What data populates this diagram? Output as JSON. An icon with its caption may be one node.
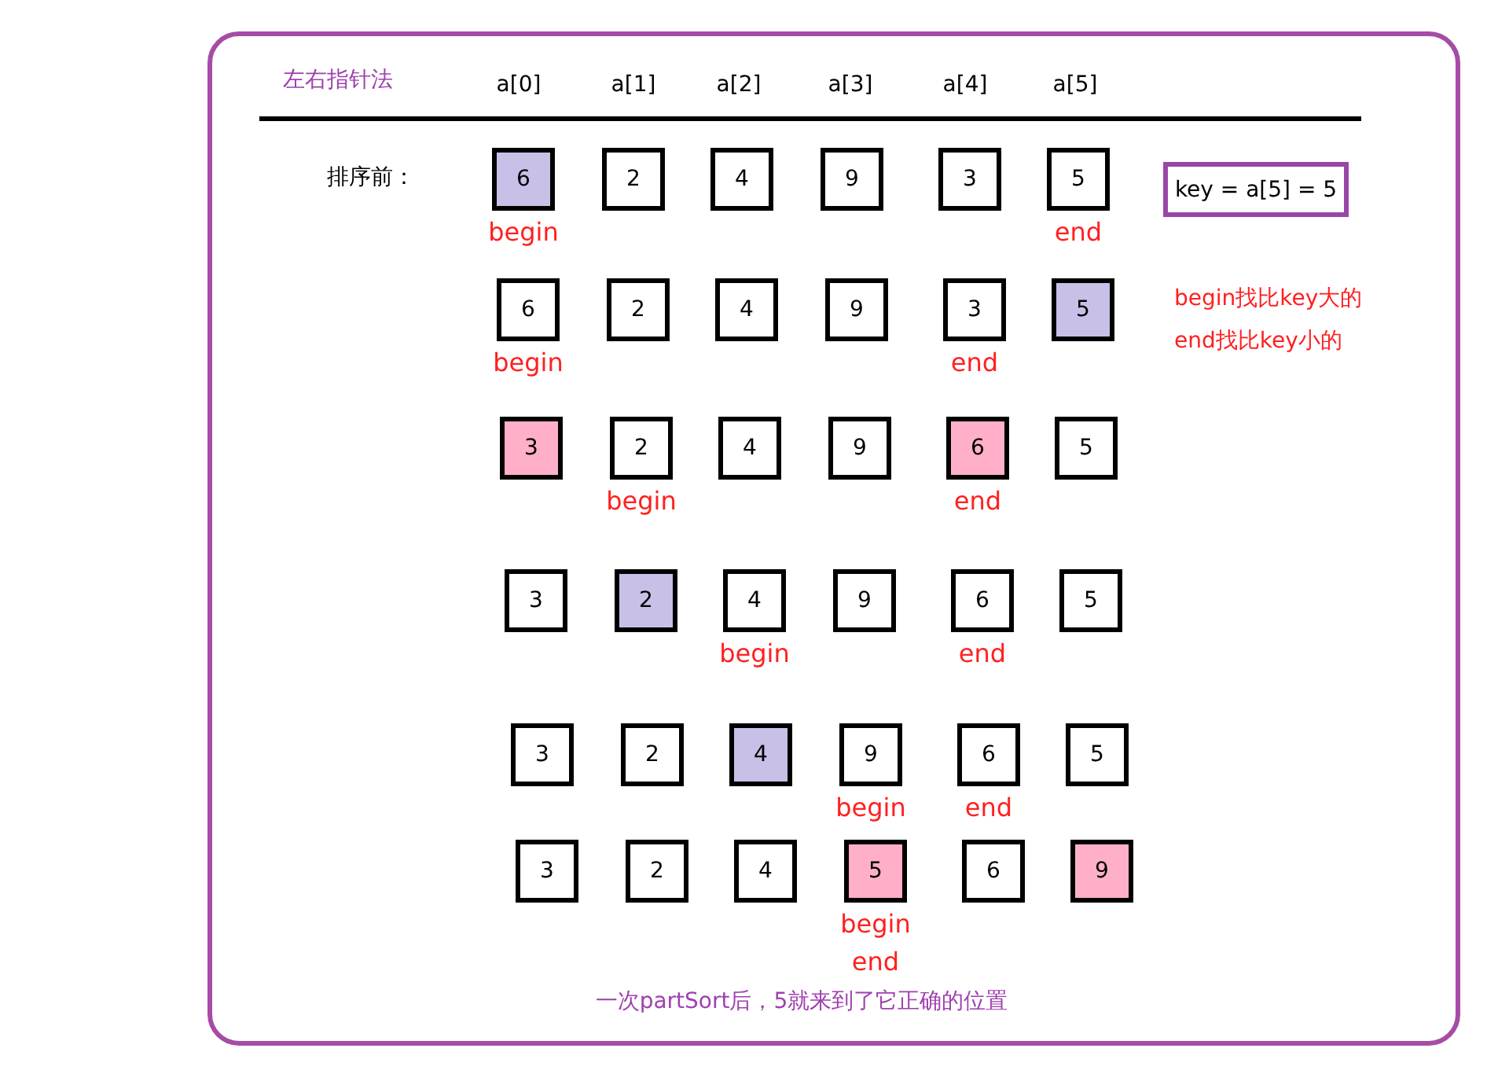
{
  "diagram": {
    "title": "左右指针法",
    "caption": "一次partSort后，5就来到了它正确的位置",
    "nodes": [
      {
        "text": [
          "6"
        ],
        "beside": [
          "begin"
        ]
      },
      {
        "text": [
          "2"
        ]
      },
      {
        "text": [
          "4"
        ]
      },
      {
        "text": [
          "9"
        ]
      },
      {
        "text": [
          "3"
        ]
      },
      {
        "text": [
          "5"
        ],
        "beside": [
          "end"
        ]
      },
      {
        "text": [
          "key = a[5] = 5"
        ]
      },
      {
        "text": [
          "6"
        ],
        "beside": [
          "begin"
        ]
      },
      {
        "text": [
          "2"
        ]
      },
      {
        "text": [
          "4"
        ]
      },
      {
        "text": [
          "9"
        ]
      },
      {
        "text": [
          "3"
        ],
        "beside": [
          "end"
        ]
      },
      {
        "text": [
          "5"
        ]
      },
      {
        "text": [
          "3"
        ]
      },
      {
        "text": [
          "2"
        ],
        "beside": [
          "begin"
        ]
      },
      {
        "text": [
          "4"
        ]
      },
      {
        "text": [
          "9"
        ]
      },
      {
        "text": [
          "6"
        ],
        "beside": [
          "end"
        ]
      },
      {
        "text": [
          "5"
        ]
      },
      {
        "text": [
          "3"
        ]
      },
      {
        "text": [
          "2"
        ]
      },
      {
        "text": [
          "4"
        ],
        "beside": [
          "begin"
        ]
      },
      {
        "text": [
          "9"
        ]
      },
      {
        "text": [
          "6"
        ],
        "beside": [
          "end"
        ]
      },
      {
        "text": [
          "5"
        ]
      },
      {
        "text": [
          "3"
        ]
      },
      {
        "text": [
          "2"
        ]
      },
      {
        "text": [
          "4"
        ]
      },
      {
        "text": [
          "9"
        ],
        "beside": [
          "begin"
        ]
      },
      {
        "text": [
          "6"
        ],
        "beside": [
          "end"
        ]
      },
      {
        "text": [
          "5"
        ]
      },
      {
        "text": [
          "3"
        ]
      },
      {
        "text": [
          "2"
        ]
      },
      {
        "text": [
          "4"
        ]
      },
      {
        "text": [
          "5"
        ],
        "beside": [
          "begin",
          "end"
        ]
      },
      {
        "text": [
          "6"
        ]
      },
      {
        "text": [
          "9"
        ]
      }
    ],
    "labels": [
      "a[0]",
      "a[1]",
      "a[2]",
      "a[3]",
      "a[4]",
      "a[5]",
      "排序前：",
      "begin找比key大的",
      "end找比key小的"
    ]
  }
}
